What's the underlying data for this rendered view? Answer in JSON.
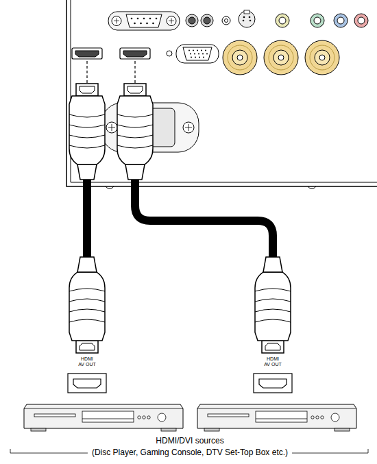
{
  "diagram": {
    "labels": [
      "HDMI AV OUT",
      "HDMI AV OUT",
      "HDMI/DVI sources",
      "(Disc Player, Gaming Console, DTV Set-Top Box etc.)"
    ]
  }
}
